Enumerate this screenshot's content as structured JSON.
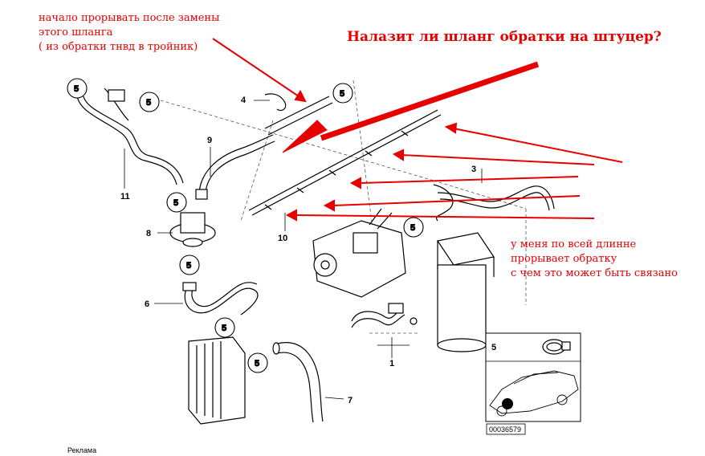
{
  "annotations": {
    "title": "Налазит ли шланг обратки на штуцер?",
    "top_note": [
      "начало прорывать после замены",
      "этого шланга",
      "( из обратки тнвд в тройник)"
    ],
    "right_note": [
      "у меня по всей длинне",
      "прорывает обратку",
      "с чем это может быть связано"
    ]
  },
  "part_numbers": [
    "1",
    "3",
    "4",
    "6",
    "7",
    "8",
    "9",
    "10",
    "11"
  ],
  "clamp_label": "5",
  "inset": {
    "label": "5",
    "code": "00036579"
  },
  "footer": {
    "ad_label": "Реклама"
  },
  "colors": {
    "annotation": "#e60000",
    "line": "#000000"
  }
}
